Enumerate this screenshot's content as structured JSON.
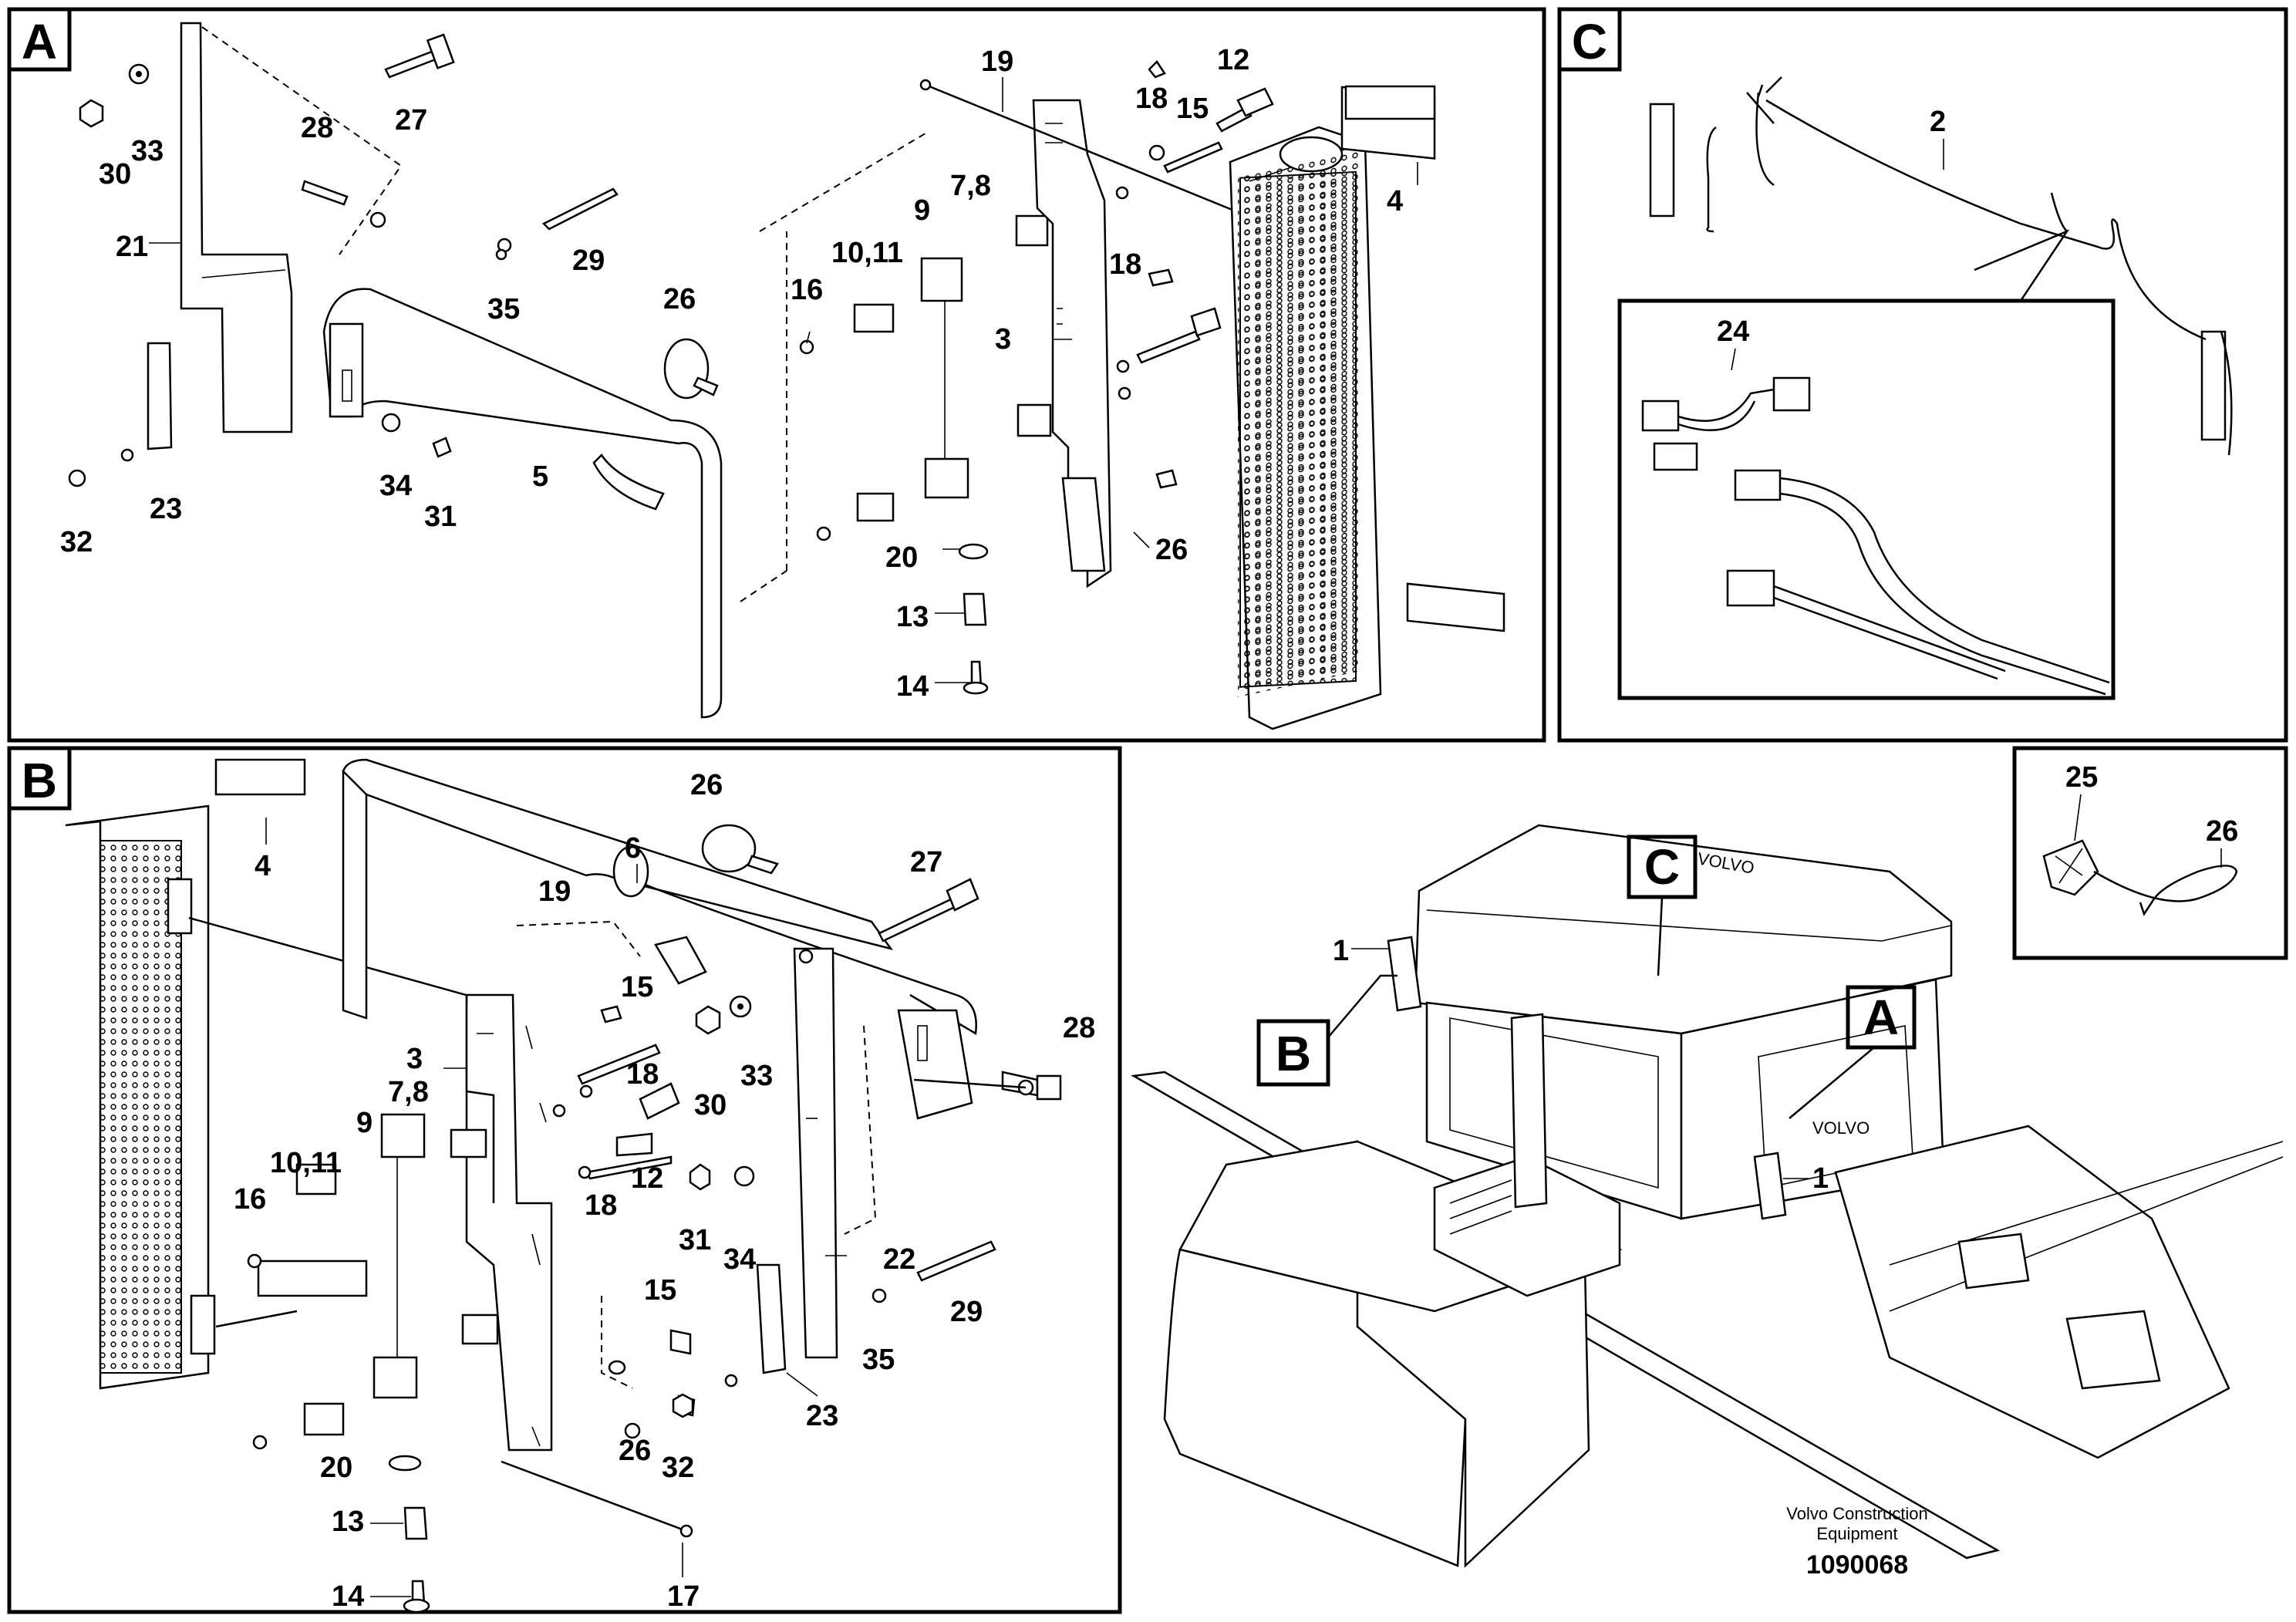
{
  "panels": {
    "A": {
      "tag": "A",
      "labels": [
        "30",
        "33",
        "28",
        "27",
        "21",
        "35",
        "29",
        "26",
        "23",
        "32",
        "34",
        "31",
        "5",
        "19",
        "12",
        "18",
        "15",
        "4",
        "9",
        "7,8",
        "10,11",
        "16",
        "18",
        "3",
        "20",
        "13",
        "14",
        "26"
      ]
    },
    "B": {
      "tag": "B",
      "labels": [
        "4",
        "6",
        "26",
        "19",
        "27",
        "3",
        "15",
        "18",
        "28",
        "30",
        "33",
        "12",
        "9",
        "7,8",
        "10,11",
        "16",
        "18",
        "31",
        "34",
        "22",
        "15",
        "29",
        "35",
        "23",
        "20",
        "26",
        "32",
        "13",
        "14",
        "17"
      ]
    },
    "C": {
      "tag": "C",
      "labels": [
        "2",
        "24"
      ]
    },
    "D": {
      "labels": [
        "25",
        "26"
      ]
    },
    "E": {
      "callouts": [
        "B",
        "C",
        "A"
      ],
      "labels": [
        "1",
        "1"
      ]
    }
  },
  "caption": {
    "line1": "Volvo Construction",
    "line2": "Equipment",
    "code": "1090068"
  }
}
